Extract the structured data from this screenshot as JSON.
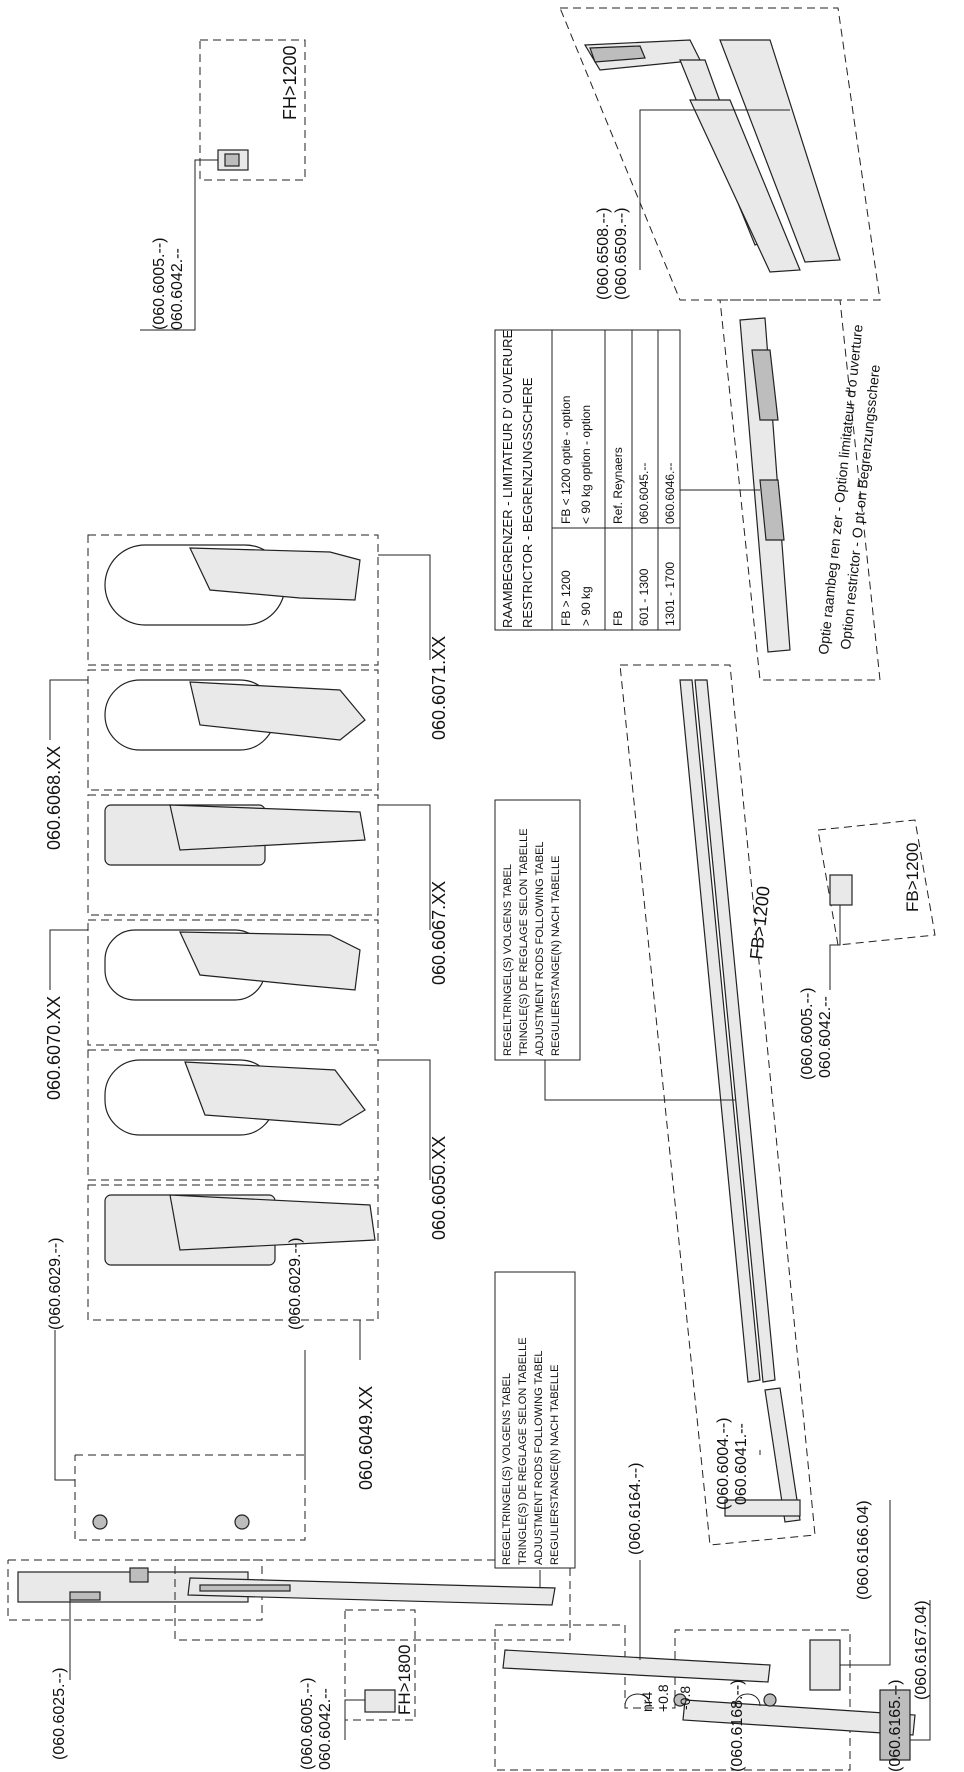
{
  "references": {
    "top_small_block": [
      "(060.6005.--)",
      "060.6042.--"
    ],
    "fh_1200": "FH>1200",
    "restrictor_refs": [
      "(060.6508.--)",
      "(060.6509.--)"
    ],
    "handles": {
      "h6071": "060.6071.XX",
      "h6068": "060.6068.XX",
      "h6067": "060.6067.XX",
      "h6070": "060.6070.XX",
      "h6050": "060.6050.XX",
      "h6049": "060.6049.XX"
    },
    "plate_refs_left": "(060.6029.--)",
    "plate_refs_right": "(060.6029.--)",
    "keeper_6025": "(060.6025.--)",
    "fh_1800": "FH>1800",
    "bottom_small_block": [
      "(060.6005.--)",
      "060.6042.--"
    ],
    "fb_1200_label": "FB>1200",
    "mid_small_block": [
      "(060.6005.--)",
      "060.6042.--"
    ],
    "fb_1200_box": "FB>1200",
    "rod_refs": [
      "(060.6004.--)",
      "060.6041.--"
    ],
    "r6164": "(060.6164.--)",
    "r6166": "(060.6166.04)",
    "r6167": "(060.6167.04)",
    "r6168": "(060.6168.--)",
    "r6165": "(060.6165.--)",
    "adjust_nr": "nr4",
    "adjust_plus": "+0.8",
    "adjust_minus": "-0.8"
  },
  "notes": {
    "adjust_1": [
      "REGELTRINGEL(S) VOLGENS TABEL",
      "TRINGLE(S) DE REGLAGE SELON TABELLE",
      "ADJUSTMENT RODS FOLLOWING TABEL",
      "REGULIERSTANGE(N) NACH TABELLE"
    ],
    "adjust_2": [
      "REGELTRINGEL(S) VOLGENS TABEL",
      "TRINGLE(S) DE REGLAGE SELON TABELLE",
      "ADJUSTMENT RODS FOLLOWING TABEL",
      "REGULIERSTANGE(N) NACH TABELLE"
    ],
    "option_1": "Optie raambeg ren zer - Option limitateur d'o uverture",
    "option_2": "Option restrictor - O pt on Begrenzungsschere"
  },
  "restrictor_table": {
    "title_1": "RAAMBEGRENZER - LIMITATEUR D' OUVERURE",
    "title_2": "RESTRICTOR - BEGRENZUNGSSCHERE",
    "rows": [
      [
        "FB > 1200\n> 90 kg",
        "FB < 1200  optie - option\n< 90 kg      option - option"
      ],
      [
        "FB",
        "Ref. Reynaers"
      ],
      [
        "601 - 1300",
        "060.6045.--"
      ],
      [
        "1301 - 1700",
        "060.6046.--"
      ]
    ],
    "c1r1a": "FB > 1200",
    "c1r1b": "> 90 kg",
    "c2r1a": "FB < 1200  optie - option",
    "c2r1b": "< 90 kg      option - option",
    "c1r2": "FB",
    "c2r2": "Ref. Reynaers",
    "c1r3": "601 - 1300",
    "c2r3": "060.6045.--",
    "c1r4": "1301 - 1700",
    "c2r4": "060.6046.--"
  }
}
